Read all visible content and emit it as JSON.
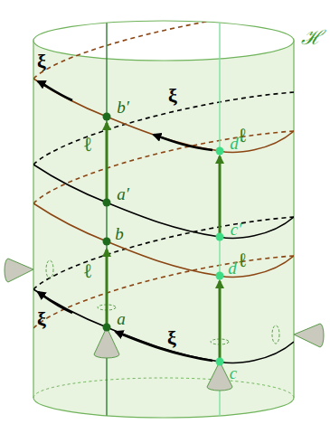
{
  "diagram": {
    "labels": [
      "ξ",
      "ξ",
      "ξ",
      "ξ",
      "ℓ",
      "ℓ",
      "ℓ",
      "ℓ",
      "a",
      "b",
      "a′",
      "b′",
      "c",
      "d",
      "c′",
      "d′",
      "ℋ"
    ]
  }
}
